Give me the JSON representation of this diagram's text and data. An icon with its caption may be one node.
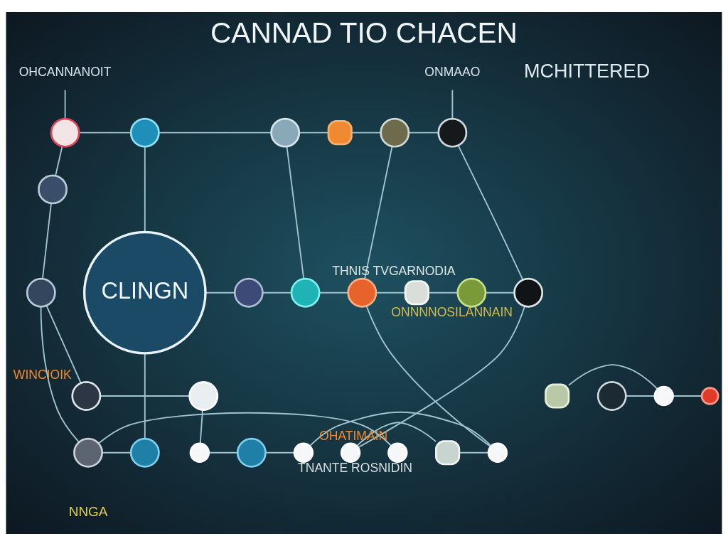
{
  "diagram": {
    "title": "CANNAD TIO CHACEN",
    "nodes": [
      {
        "text": [
          "OHCANNANOIT"
        ]
      },
      {
        "text": [
          "ONMAAO"
        ]
      },
      {
        "text": [],
        "shape": "circle"
      },
      {
        "text": [],
        "shape": "circle"
      },
      {
        "text": [],
        "shape": "circle"
      },
      {
        "text": [],
        "shape": "box"
      },
      {
        "text": [],
        "shape": "circle"
      },
      {
        "text": [],
        "shape": "circle"
      },
      {
        "text": [],
        "shape": "circle"
      },
      {
        "text": [],
        "shape": "circle"
      },
      {
        "text": [
          "CLINGN"
        ]
      },
      {
        "text": [],
        "shape": "circle"
      },
      {
        "text": [],
        "shape": "circle"
      },
      {
        "text": [],
        "shape": "circle"
      },
      {
        "text": [],
        "shape": "box"
      },
      {
        "text": [],
        "shape": "circle",
        "beside": [
          "THNIS TVGARNODIA"
        ]
      },
      {
        "text": [],
        "shape": "circle",
        "beside": [
          "ONNNNOSILANNAIN"
        ]
      },
      {
        "text": [],
        "shape": "circle",
        "beside": [
          "OHATIMAIN"
        ]
      },
      {
        "text": [],
        "shape": "circle"
      },
      {
        "text": [],
        "shape": "circle"
      },
      {
        "text": [],
        "shape": "circle"
      },
      {
        "text": [],
        "shape": "circle"
      },
      {
        "text": [],
        "shape": "circle"
      },
      {
        "text": [],
        "shape": "circle"
      },
      {
        "text": [],
        "shape": "box"
      },
      {
        "text": [],
        "shape": "circle",
        "beside": [
          "TNANTE ROSNIDIN"
        ]
      },
      {
        "text": [],
        "shape": "circle",
        "beside": [
          "WINCIOIK"
        ]
      },
      {
        "text": [],
        "shape": "circle"
      },
      {
        "text": [],
        "shape": "box"
      },
      {
        "text": [],
        "shape": "circle"
      },
      {
        "text": [],
        "shape": "circle"
      },
      {
        "text": [],
        "shape": "circle"
      }
    ],
    "edges": [
      {
        "from": 0,
        "to": 2,
        "arrow": "none"
      },
      {
        "from": 1,
        "to": 7,
        "arrow": "none"
      },
      {
        "from": 2,
        "to": 3,
        "arrow": "none"
      },
      {
        "from": 3,
        "to": 4,
        "arrow": "none"
      },
      {
        "from": 4,
        "to": 5,
        "arrow": "none"
      },
      {
        "from": 5,
        "to": 6,
        "arrow": "none"
      },
      {
        "from": 6,
        "to": 7,
        "arrow": "none"
      },
      {
        "from": 2,
        "to": 8,
        "arrow": "none"
      },
      {
        "from": 8,
        "to": 9,
        "arrow": "none"
      },
      {
        "from": 9,
        "to": 18,
        "arrow": "none"
      },
      {
        "from": 17,
        "to": 18,
        "arrow": "none"
      },
      {
        "from": 18,
        "to": 19,
        "arrow": "none"
      },
      {
        "from": 19,
        "to": 10,
        "arrow": "none"
      },
      {
        "from": 3,
        "to": 10,
        "arrow": "none"
      },
      {
        "from": 10,
        "to": 11,
        "arrow": "none"
      },
      {
        "from": 11,
        "to": 12,
        "arrow": "none"
      },
      {
        "from": 12,
        "to": 13,
        "arrow": "none"
      },
      {
        "from": 13,
        "to": 14,
        "arrow": "none"
      },
      {
        "from": 14,
        "to": 15,
        "arrow": "none"
      },
      {
        "from": 15,
        "to": 16,
        "arrow": "none"
      },
      {
        "from": 16,
        "to": 25,
        "arrow": "none"
      },
      {
        "from": 25,
        "to": 24,
        "arrow": "none"
      },
      {
        "from": 24,
        "to": 23,
        "arrow": "none"
      },
      {
        "from": 23,
        "to": 13,
        "arrow": "none"
      },
      {
        "from": 26,
        "to": 27,
        "arrow": "none"
      },
      {
        "from": 27,
        "to": 20,
        "arrow": "none"
      },
      {
        "from": 20,
        "to": 21,
        "arrow": "none"
      },
      {
        "from": 21,
        "to": 22,
        "arrow": "none"
      },
      {
        "from": 22,
        "to": 23,
        "arrow": "none"
      },
      {
        "from": 4,
        "to": 12,
        "arrow": "none"
      },
      {
        "from": 6,
        "to": 13,
        "arrow": "none"
      },
      {
        "from": 28,
        "to": 30,
        "arrow": "none"
      },
      {
        "from": 29,
        "to": 30,
        "arrow": "none"
      },
      {
        "from": 30,
        "to": 31,
        "arrow": "none"
      },
      {
        "from": 7,
        "to": 16,
        "arrow": "none"
      },
      {
        "from": 9,
        "to": 26,
        "arrow": "none"
      }
    ],
    "labels": [
      "MCHITTERED",
      "NNGA"
    ]
  }
}
